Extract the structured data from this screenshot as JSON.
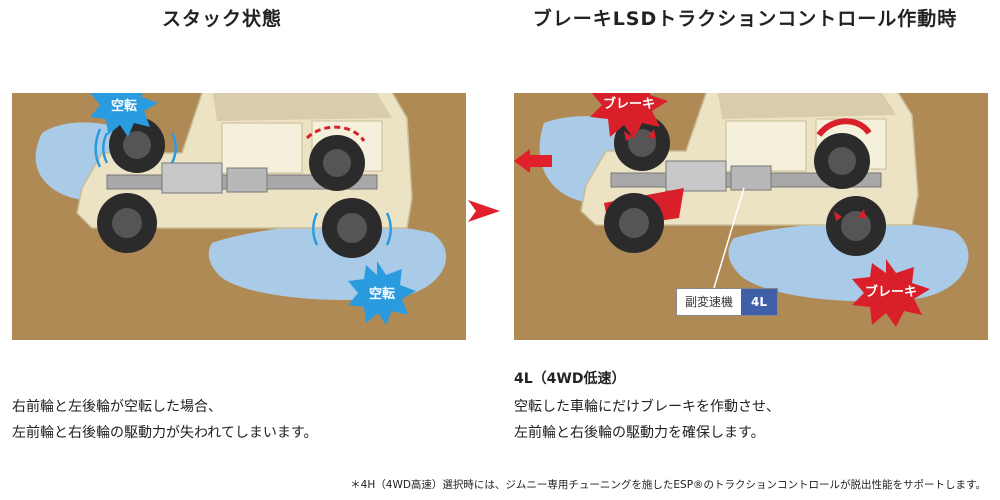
{
  "left": {
    "title": "スタック状態",
    "label_top": "空転",
    "label_bottom": "空転",
    "caption_line1": "右前輪と左後輪が空転した場合、",
    "caption_line2": "左前輪と右後輪の駆動力が失われてしまいます。"
  },
  "right": {
    "title": "ブレーキLSDトラクションコントロール作動時",
    "label_top": "ブレーキ",
    "label_bottom": "ブレーキ",
    "gear_key": "副変速機",
    "gear_value": "4L",
    "subhead": "4L（4WD低速）",
    "caption_line1": "空転した車輪にだけブレーキを作動させ、",
    "caption_line2": "左前輪と右後輪の駆動力を確保します。"
  },
  "footnote": "＊4H（4WD高速）選択時には、ジムニー専用チューニングを施したESP®のトラクションコントロールが脱出性能をサポートします。",
  "colors": {
    "ground": "#b08a55",
    "water": "#a9cbe8",
    "body": "#ece3c4",
    "blue_burst": "#2b9be0",
    "red_burst": "#d9202a",
    "arrow_red": "#e0202a"
  }
}
